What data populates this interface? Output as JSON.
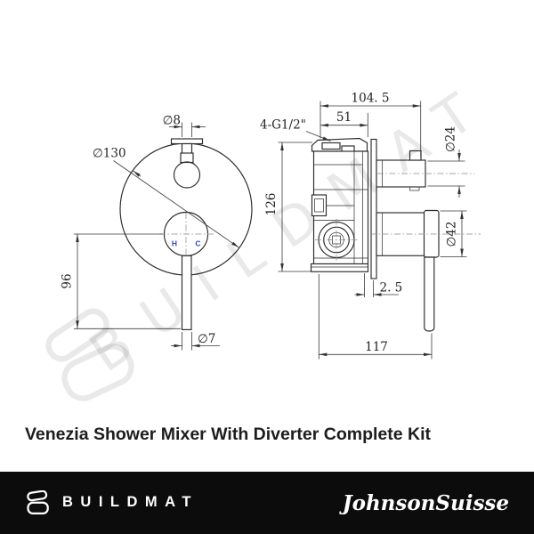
{
  "title": "Venezia Shower Mixer With Diverter Complete Kit",
  "watermark": {
    "text": "BUILDMAT"
  },
  "drawing": {
    "front_view": {
      "hot_label": "H",
      "cold_label": "C",
      "dims": {
        "plate_diameter": "∅130",
        "stem_diameter": "∅8",
        "lever_length": "96",
        "lever_diameter": "∅7"
      }
    },
    "side_view": {
      "dims": {
        "overall_depth": "104. 5",
        "body_depth": "51",
        "thread_ports": "4-G1/2\"",
        "outlet_diameter": "∅24",
        "body_height": "126",
        "trim_diameter": "∅42",
        "plate_offset": "2. 5",
        "overall_width": "117"
      }
    }
  },
  "footer": {
    "brand": "BUILDMAT",
    "manufacturer": "JohnsonSuisse"
  },
  "colors": {
    "line": "#2b2b2b",
    "dimension_text": "#222222",
    "hot_cold_blue": "#2f4bb8",
    "watermark_gray": "#e9e9e9",
    "footer_bg": "#0c0c0c",
    "footer_text": "#ffffff"
  }
}
